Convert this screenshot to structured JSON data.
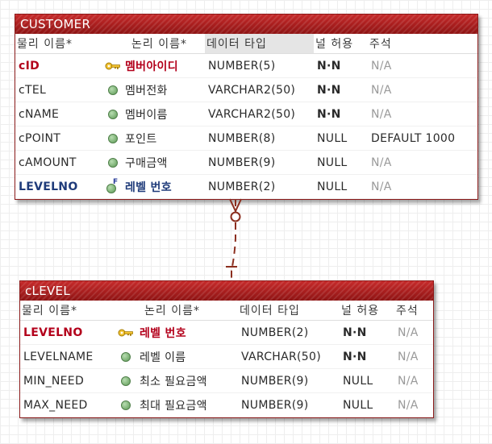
{
  "headers": {
    "physical": "물리 이름*",
    "logical": "논리 이름*",
    "datatype": "데이터 타입",
    "nullable": "널 허용",
    "comment": "주석"
  },
  "entities": [
    {
      "name": "CUSTOMER",
      "columns": [
        {
          "physical": "cID",
          "key": "pk",
          "logical": "멤버아이디",
          "datatype": "NUMBER(5)",
          "nullable": "N·N",
          "comment": "N/A"
        },
        {
          "physical": "cTEL",
          "key": "attr",
          "logical": "멤버전화",
          "datatype": "VARCHAR2(50)",
          "nullable": "N·N",
          "comment": "N/A"
        },
        {
          "physical": "cNAME",
          "key": "attr",
          "logical": "멤버이름",
          "datatype": "VARCHAR2(50)",
          "nullable": "N·N",
          "comment": "N/A"
        },
        {
          "physical": "cPOINT",
          "key": "attr",
          "logical": "포인트",
          "datatype": "NUMBER(8)",
          "nullable": "NULL",
          "comment": "DEFAULT 1000"
        },
        {
          "physical": "cAMOUNT",
          "key": "attr",
          "logical": "구매금액",
          "datatype": "NUMBER(9)",
          "nullable": "NULL",
          "comment": "N/A"
        },
        {
          "physical": "LEVELNO",
          "key": "fk",
          "logical": "레벨 번호",
          "datatype": "NUMBER(2)",
          "nullable": "NULL",
          "comment": "N/A"
        }
      ]
    },
    {
      "name": "cLEVEL",
      "columns": [
        {
          "physical": "LEVELNO",
          "key": "pk",
          "logical": "레벨 번호",
          "datatype": "NUMBER(2)",
          "nullable": "N·N",
          "comment": "N/A"
        },
        {
          "physical": "LEVELNAME",
          "key": "attr",
          "logical": "레벨 이름",
          "datatype": "VARCHAR(50)",
          "nullable": "N·N",
          "comment": "N/A"
        },
        {
          "physical": "MIN_NEED",
          "key": "attr",
          "logical": "최소 필요금액",
          "datatype": "NUMBER(9)",
          "nullable": "NULL",
          "comment": "N/A"
        },
        {
          "physical": "MAX_NEED",
          "key": "attr",
          "logical": "최대 필요금액",
          "datatype": "NUMBER(9)",
          "nullable": "NULL",
          "comment": "N/A"
        }
      ]
    }
  ],
  "relationship": {
    "type": "non-identifying",
    "from": "cLEVEL",
    "to": "CUSTOMER",
    "parent_cardinality": "one",
    "child_cardinality": "zero-or-many"
  },
  "colors": {
    "title_bar": "#a91c1c",
    "primary_key": "#b3001b",
    "foreign_key": "#1f3b7a",
    "relationship_line": "#8b2e1e"
  }
}
